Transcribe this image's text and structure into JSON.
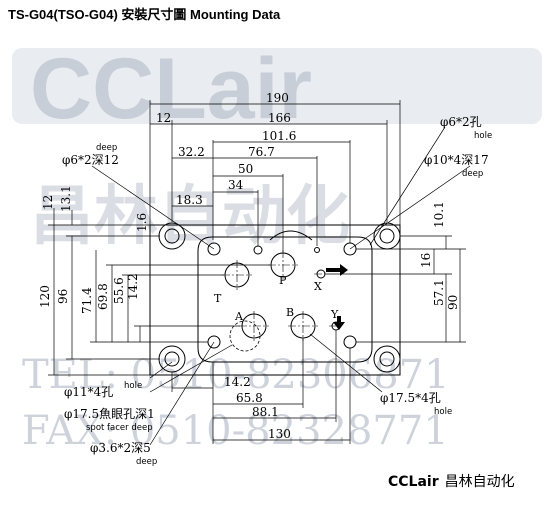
{
  "header": {
    "title": "TS-G04(TSO-G04) 安裝尺寸圖  Mounting Data"
  },
  "footer": {
    "brand_latin": "CCLair",
    "brand_cn": "昌林自动化"
  },
  "watermark": {
    "logo": "CCLair",
    "logo_cn": "昌林自动化",
    "tel": "TEL: 0510-82306871",
    "fax": "FAX: 0510-82328771"
  },
  "dimensions": {
    "top": [
      "190",
      "166",
      "101.6",
      "76.7",
      "50",
      "34",
      "32.2",
      "18.3",
      "12"
    ],
    "left": [
      "12",
      "13.1",
      "1.6",
      "120",
      "96",
      "71.4",
      "69.8",
      "55.6",
      "14.2"
    ],
    "right": [
      "10.1",
      "16",
      "57.1",
      "90"
    ],
    "bottom": [
      "14.2",
      "65.8",
      "88.1",
      "130"
    ]
  },
  "ports": {
    "P": "P",
    "T": "T",
    "A": "A",
    "B": "B",
    "X": "X",
    "Y": "Y"
  },
  "callouts": {
    "pin_top_right": "φ6*2孔",
    "pin_top_right_sub": "hole",
    "thread_top_left": "φ6*2深12",
    "thread_top_left_sub": "deep",
    "thread_right": "φ10*4深17",
    "thread_right_sub": "deep",
    "mount_hole": "φ11*4孔",
    "mount_hole_sub": "hole",
    "spot_facer": "φ17.5魚眼孔深1",
    "spot_facer_sub": "spot facer deep",
    "small_pin": "φ3.6*2深5",
    "small_pin_sub": "deep",
    "port_hole": "φ17.5*4孔",
    "port_hole_sub": "hole"
  },
  "colors": {
    "watermark": "#c3c9d3",
    "line": "#000000"
  }
}
